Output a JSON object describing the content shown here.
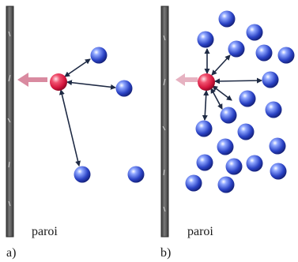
{
  "panels": [
    {
      "id": "a",
      "panel_label": "a)",
      "wall_label": "paroi",
      "neighbor_count": 4,
      "arrow_links": 3
    },
    {
      "id": "b",
      "panel_label": "b)",
      "wall_label": "paroi",
      "neighbor_count": 20,
      "arrow_links": 6
    }
  ],
  "colors": {
    "wall": "#5a5a5a",
    "wall_edge": "#2c2c2c",
    "highlight_molecule": "#d3143c",
    "molecule": "#2a42c4",
    "force_arrow": "#d98aa0",
    "link_arrow": "#1e2a44"
  }
}
